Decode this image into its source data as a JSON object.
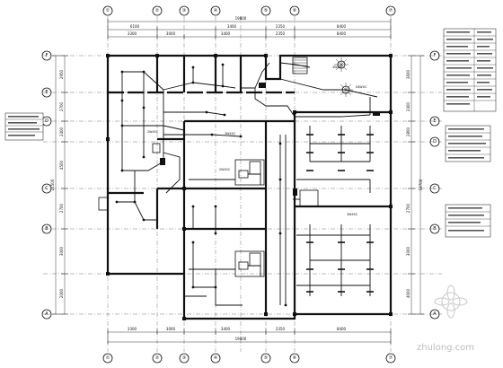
{
  "top_dims_outer": [
    "19800"
  ],
  "top_dims_inner": [
    "6100",
    "3400",
    "2350",
    "8400"
  ],
  "top_dims_detail": [
    "3300",
    "3000",
    "3400",
    "2350",
    "8400"
  ],
  "bottom_dims": [
    "3300",
    "3000",
    "3400",
    "2350",
    "8400"
  ],
  "bottom_total": "19800",
  "left_dims": [
    "2950",
    "2700",
    "2400",
    "4500",
    "2700",
    "3000",
    "2000"
  ],
  "left_total": "21500",
  "right_dims": [
    "3600",
    "2400",
    "2800",
    "2700",
    "3000",
    "4000"
  ],
  "right_total": "19700",
  "axes_top": [
    "①",
    "②",
    "③",
    "④",
    "⑤",
    "⑥",
    "⑦"
  ],
  "axes_bottom": [
    "①",
    "②",
    "③",
    "④",
    "⑤",
    "⑥",
    "⑦"
  ],
  "axes_left": [
    "F",
    "E",
    "D",
    "C",
    "B",
    "A"
  ],
  "axes_right": [
    "F",
    "E",
    "D",
    "C",
    "B",
    "A"
  ],
  "room_labels": [
    "3W45C",
    "S4W4C",
    "2W45C",
    "3W45C",
    "2W45C",
    "3W45C"
  ],
  "watermark": "zhulong.com"
}
